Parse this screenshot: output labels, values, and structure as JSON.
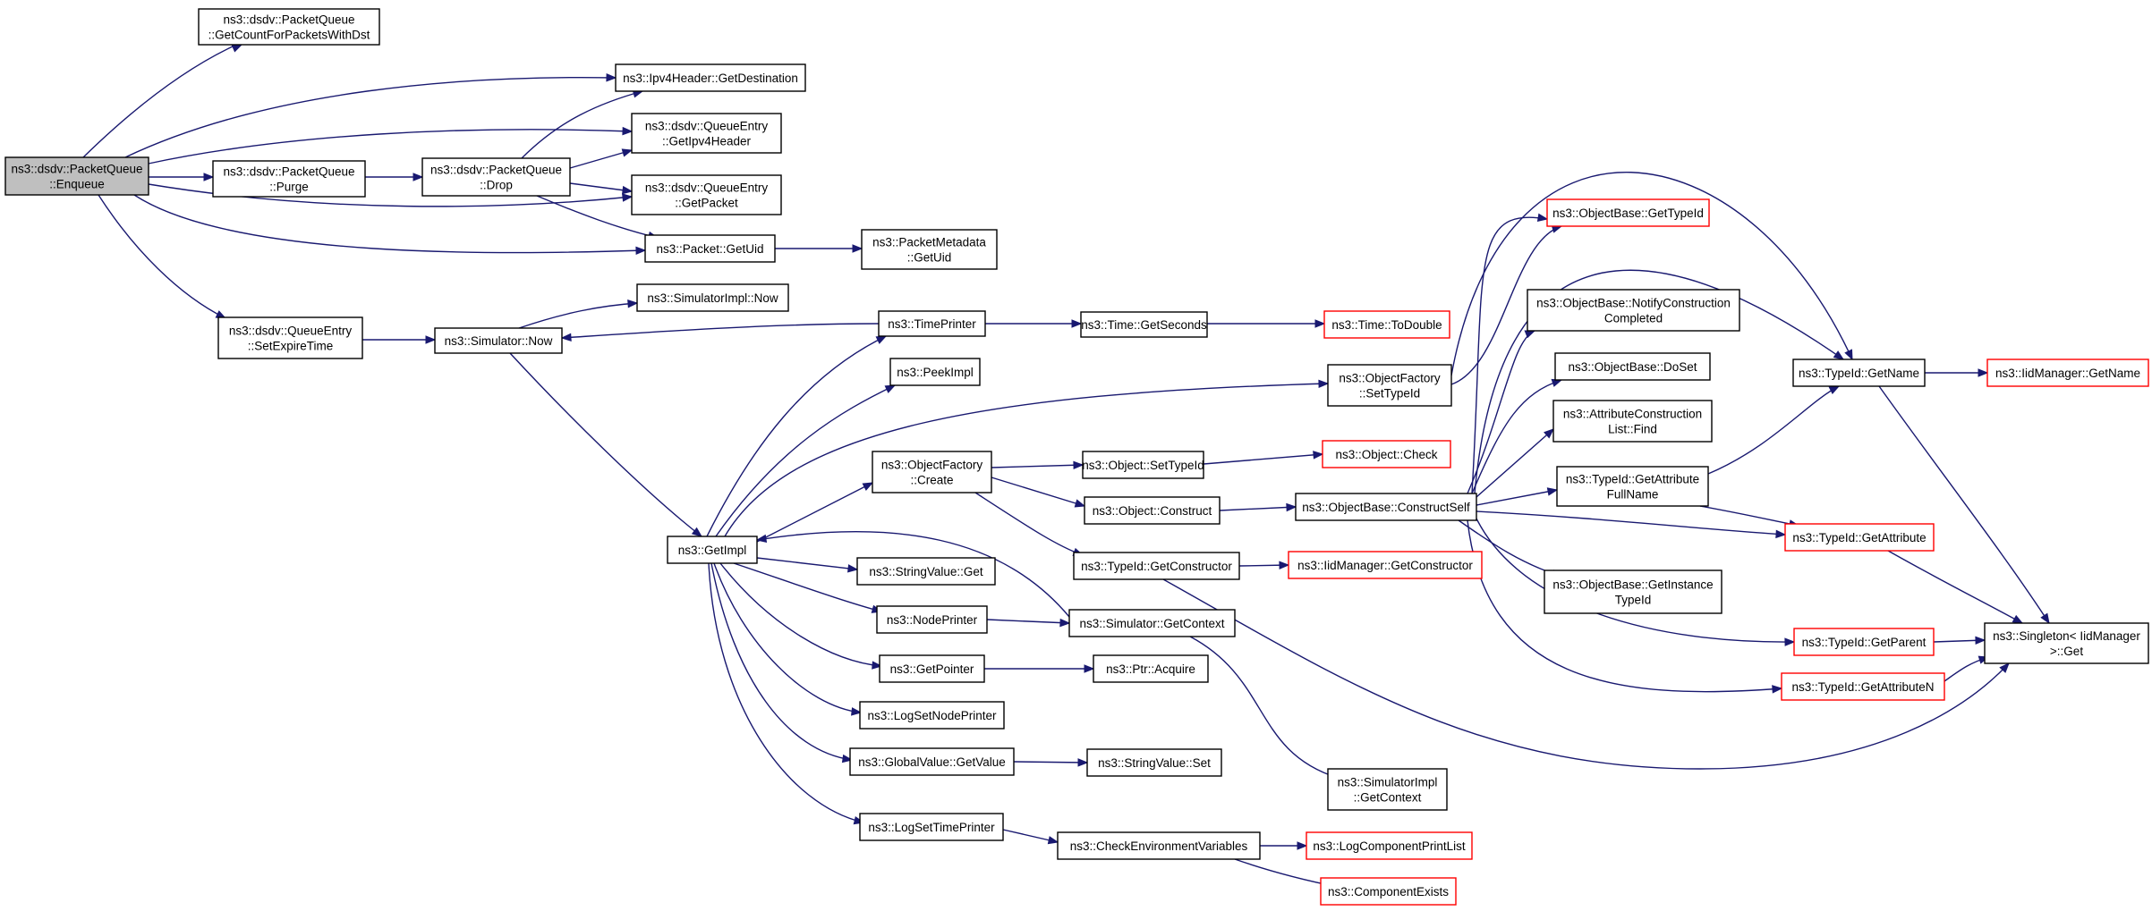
{
  "graph": {
    "nodes": [
      {
        "id": "enqueue",
        "lines": [
          "ns3::dsdv::PacketQueue",
          "::Enqueue"
        ],
        "root": true
      },
      {
        "id": "getcount",
        "lines": [
          "ns3::dsdv::PacketQueue",
          "::GetCountForPacketsWithDst"
        ]
      },
      {
        "id": "ipv4dest",
        "lines": [
          "ns3::Ipv4Header::GetDestination"
        ]
      },
      {
        "id": "getipv4hdr",
        "lines": [
          "ns3::dsdv::QueueEntry",
          "::GetIpv4Header"
        ]
      },
      {
        "id": "getpacket",
        "lines": [
          "ns3::dsdv::QueueEntry",
          "::GetPacket"
        ]
      },
      {
        "id": "purge",
        "lines": [
          "ns3::dsdv::PacketQueue",
          "::Purge"
        ]
      },
      {
        "id": "drop",
        "lines": [
          "ns3::dsdv::PacketQueue",
          "::Drop"
        ]
      },
      {
        "id": "pktgetuid",
        "lines": [
          "ns3::Packet::GetUid"
        ]
      },
      {
        "id": "pmgetuid",
        "lines": [
          "ns3::PacketMetadata",
          "::GetUid"
        ]
      },
      {
        "id": "setexpire",
        "lines": [
          "ns3::dsdv::QueueEntry",
          "::SetExpireTime"
        ]
      },
      {
        "id": "simnow",
        "lines": [
          "ns3::Simulator::Now"
        ]
      },
      {
        "id": "simimplnow",
        "lines": [
          "ns3::SimulatorImpl::Now"
        ]
      },
      {
        "id": "timeprinter",
        "lines": [
          "ns3::TimePrinter"
        ]
      },
      {
        "id": "getseconds",
        "lines": [
          "ns3::Time::GetSeconds"
        ]
      },
      {
        "id": "todouble",
        "lines": [
          "ns3::Time::ToDouble"
        ],
        "trunc": true
      },
      {
        "id": "peekimpl",
        "lines": [
          "ns3::PeekImpl"
        ]
      },
      {
        "id": "ofsettypeid",
        "lines": [
          "ns3::ObjectFactory",
          "::SetTypeId"
        ]
      },
      {
        "id": "obgettypeid",
        "lines": [
          "ns3::ObjectBase::GetTypeId"
        ],
        "trunc": true
      },
      {
        "id": "obnotify",
        "lines": [
          "ns3::ObjectBase::NotifyConstruction",
          "Completed"
        ]
      },
      {
        "id": "obdoset",
        "lines": [
          "ns3::ObjectBase::DoSet"
        ]
      },
      {
        "id": "acfind",
        "lines": [
          "ns3::AttributeConstruction",
          "List::Find"
        ]
      },
      {
        "id": "tidgetname",
        "lines": [
          "ns3::TypeId::GetName"
        ]
      },
      {
        "id": "iidgetname",
        "lines": [
          "ns3::IidManager::GetName"
        ],
        "trunc": true
      },
      {
        "id": "ofcreate",
        "lines": [
          "ns3::ObjectFactory",
          "::Create"
        ]
      },
      {
        "id": "objsettypeid",
        "lines": [
          "ns3::Object::SetTypeId"
        ]
      },
      {
        "id": "objcheck",
        "lines": [
          "ns3::Object::Check"
        ],
        "trunc": true
      },
      {
        "id": "objconstruct",
        "lines": [
          "ns3::Object::Construct"
        ]
      },
      {
        "id": "constructself",
        "lines": [
          "ns3::ObjectBase::ConstructSelf"
        ]
      },
      {
        "id": "getattrfull",
        "lines": [
          "ns3::TypeId::GetAttribute",
          "FullName"
        ]
      },
      {
        "id": "getattribute",
        "lines": [
          "ns3::TypeId::GetAttribute"
        ],
        "trunc": true
      },
      {
        "id": "getimpl",
        "lines": [
          "ns3::GetImpl"
        ]
      },
      {
        "id": "getconstructor",
        "lines": [
          "ns3::TypeId::GetConstructor"
        ]
      },
      {
        "id": "iidgetconstructor",
        "lines": [
          "ns3::IidManager::GetConstructor"
        ],
        "trunc": true
      },
      {
        "id": "stringvalueget",
        "lines": [
          "ns3::StringValue::Get"
        ]
      },
      {
        "id": "obgetinstance",
        "lines": [
          "ns3::ObjectBase::GetInstance",
          "TypeId"
        ]
      },
      {
        "id": "nodeprinter",
        "lines": [
          "ns3::NodePrinter"
        ]
      },
      {
        "id": "simgetcontext",
        "lines": [
          "ns3::Simulator::GetContext"
        ]
      },
      {
        "id": "tidgetparent",
        "lines": [
          "ns3::TypeId::GetParent"
        ],
        "trunc": true
      },
      {
        "id": "singletonget",
        "lines": [
          "ns3::Singleton< IidManager",
          "  >::Get"
        ]
      },
      {
        "id": "getpointer",
        "lines": [
          "ns3::GetPointer"
        ]
      },
      {
        "id": "ptracquire",
        "lines": [
          "ns3::Ptr::Acquire"
        ]
      },
      {
        "id": "getattrn",
        "lines": [
          "ns3::TypeId::GetAttributeN"
        ],
        "trunc": true
      },
      {
        "id": "logsetnode",
        "lines": [
          "ns3::LogSetNodePrinter"
        ]
      },
      {
        "id": "gvgetvalue",
        "lines": [
          "ns3::GlobalValue::GetValue"
        ]
      },
      {
        "id": "stringvalueset",
        "lines": [
          "ns3::StringValue::Set"
        ]
      },
      {
        "id": "simimplgetcontext",
        "lines": [
          "ns3::SimulatorImpl",
          "::GetContext"
        ]
      },
      {
        "id": "logsettime",
        "lines": [
          "ns3::LogSetTimePrinter"
        ]
      },
      {
        "id": "checkenv",
        "lines": [
          "ns3::CheckEnvironmentVariables"
        ]
      },
      {
        "id": "logcompprint",
        "lines": [
          "ns3::LogComponentPrintList"
        ],
        "trunc": true
      },
      {
        "id": "compexists",
        "lines": [
          "ns3::ComponentExists"
        ],
        "trunc": true
      }
    ]
  }
}
